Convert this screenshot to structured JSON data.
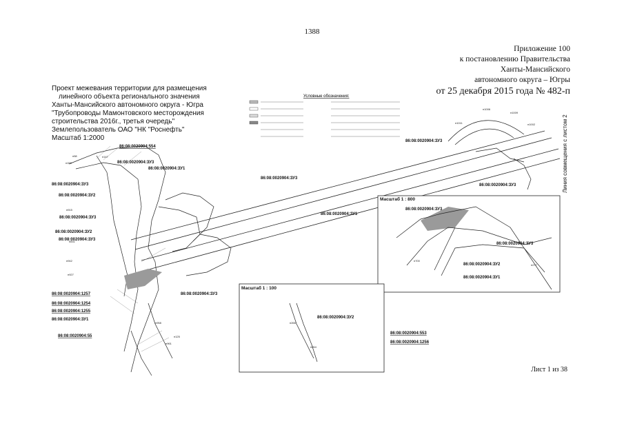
{
  "page_number": "1388",
  "appendix": {
    "line1": "Приложение 100",
    "line2": "к постановлению Правительства",
    "line3": "Ханты-Мансийского",
    "line4": "автономного округа – Югры",
    "line5": "от 25 декабря 2015 года № 482-п"
  },
  "project": {
    "line1": "Проект межевания территории для размещения",
    "line2": "линейного объекта регионального значения",
    "line3": "Ханты-Мансийского автономного округа - Югра",
    "line4": "\"Трубопроводы Мамонтовского месторождения",
    "line5": "строительства 2016г., третья очередь\"",
    "line6": "Землепользователь ОАО \"НК \"Роснефть\"",
    "line7": "Масштаб 1:2000"
  },
  "legend": {
    "title": "Условные обозначения:"
  },
  "labels": {
    "zu3_a": "86:08:0020904:ЗУ3",
    "zu1_a": "86:08:0020904:ЗУ1",
    "zu3_b": "86:08:0020904:ЗУ3",
    "zu3_c": "86:08:0020904:ЗУ3",
    "zu2_a": "86:08:0020904:ЗУ2",
    "zu3_d": "86:08:0020904:ЗУ3",
    "zu1_b": "86:08:0020904:ЗУ1",
    "zu3_e": "86:08:0020904:ЗУ3",
    "zu2_b": "86:08:0020904:ЗУ2",
    "zu3_f": "86:08:0020904:ЗУ3",
    "zu1_c": "86:08:0020904:ЗУ1",
    "zu3_g": "86:08:0020904:ЗУ3",
    "zu3_h": "86:08:0020904:ЗУ3",
    "zu3_i": "86:08:0020904:ЗУ3",
    "zu3_j": "86:08:0020904:ЗУ3",
    "zu2_c": "86:08:0020904:ЗУ2",
    "zu1_d": "86:08:0020904:ЗУ1",
    "zu2_d": "86:08:0020904:ЗУ2"
  },
  "parcels": {
    "p554": "86:08:0020904:554",
    "p1257": "86:08:0020904:1257",
    "p1254": "86:08:0020904:1254",
    "p1255": "86:08:0020904:1255",
    "p55": "86:08:0020904:55",
    "p553": "86:08:0020904:553",
    "p1256": "86:08:0020904:1256"
  },
  "scales": {
    "inset_right": "Масштаб 1 : 800",
    "inset_center": "Масштаб 1 : 100"
  },
  "side_note": "Линия совмещения с листом 2",
  "sheet": "Лист 1 из 38",
  "colors": {
    "ink": "#111111",
    "fill": "#9a9a9a",
    "line": "#333333"
  }
}
